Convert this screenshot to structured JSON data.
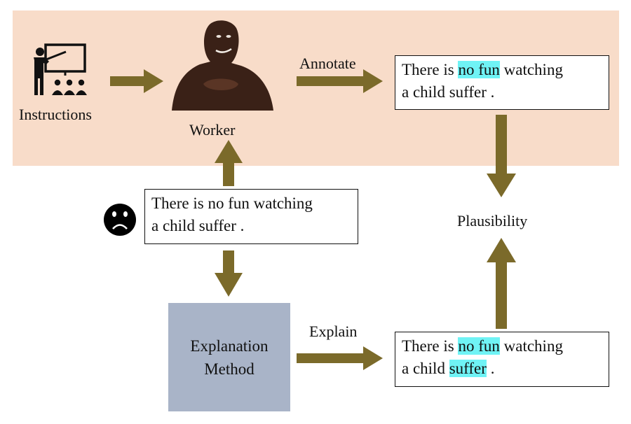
{
  "nodes": {
    "instructions": "Instructions",
    "worker": "Worker",
    "plausibility": "Plausibility",
    "method_line1": "Explanation",
    "method_line2": "Method"
  },
  "edges": {
    "annotate": "Annotate",
    "explain": "Explain"
  },
  "sentence_plain": {
    "line1": "There is no fun watching",
    "line2": "a child suffer ."
  },
  "sentence_annotated": {
    "l1_pre": "There is ",
    "l1_hl": "no fun",
    "l1_post": " watching",
    "l2": "a child suffer ."
  },
  "sentence_explained": {
    "l1_pre": "There is ",
    "l1_hl": "no fun",
    "l1_post": " watching",
    "l2_pre": "a child ",
    "l2_hl": "suffer",
    "l2_post": " ."
  },
  "colors": {
    "band": "#f8dcc9",
    "arrow": "#7b6a2a",
    "highlight": "#6ff3f5",
    "method_box": "#a9b4c8"
  },
  "icons": [
    "teacher-icon",
    "worker-silhouette-icon",
    "sad-face-icon"
  ]
}
